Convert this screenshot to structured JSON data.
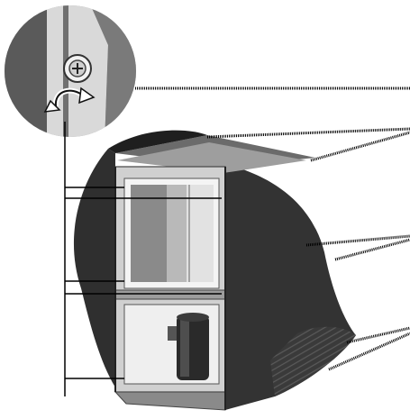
{
  "figure": {
    "subject": "service-panel-illustration",
    "detail_inset": {
      "fastener": "screw-icon",
      "motion": "rotate-arrow-icon"
    },
    "callouts": [
      {
        "target": "detail-inset"
      },
      {
        "target": "top-cover"
      },
      {
        "target": "side-panel"
      },
      {
        "target": "bottom-grille"
      }
    ],
    "colors": {
      "panel": "#3a3a3a",
      "panel_dark": "#2a2a2a",
      "frame": "#c8c8c8",
      "inset_bg": "#9a9a9a",
      "inset_dark": "#555555",
      "line": "#000000"
    }
  }
}
